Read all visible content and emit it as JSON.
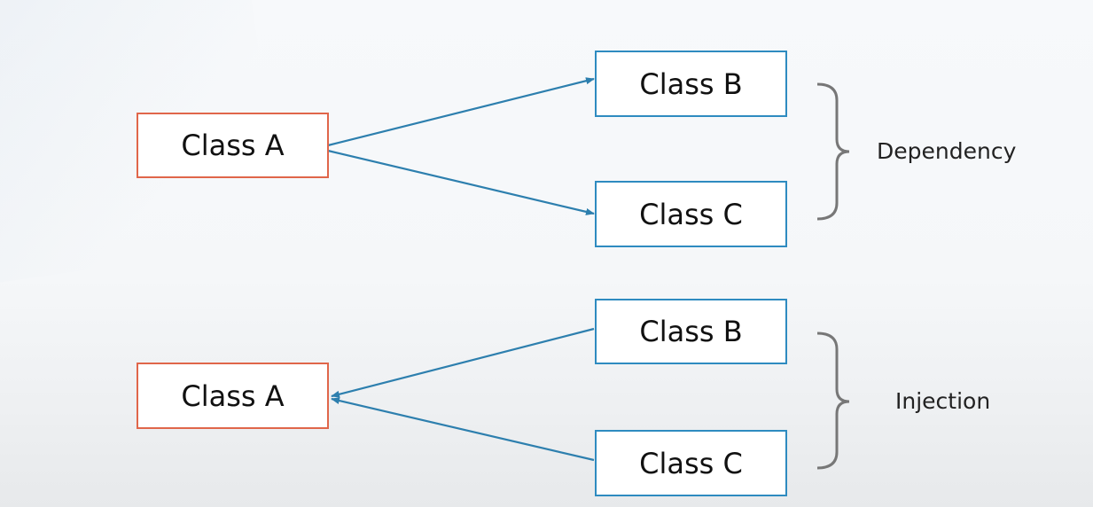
{
  "diagram": {
    "dependency": {
      "source": "Class A",
      "targets": [
        "Class B",
        "Class C"
      ],
      "label": "Dependency"
    },
    "injection": {
      "target": "Class A",
      "sources": [
        "Class B",
        "Class C"
      ],
      "label": "Injection"
    }
  },
  "colors": {
    "source_border": "#e0664a",
    "target_border": "#2e8bc0",
    "arrow": "#2d7fae",
    "brace": "#777777"
  }
}
